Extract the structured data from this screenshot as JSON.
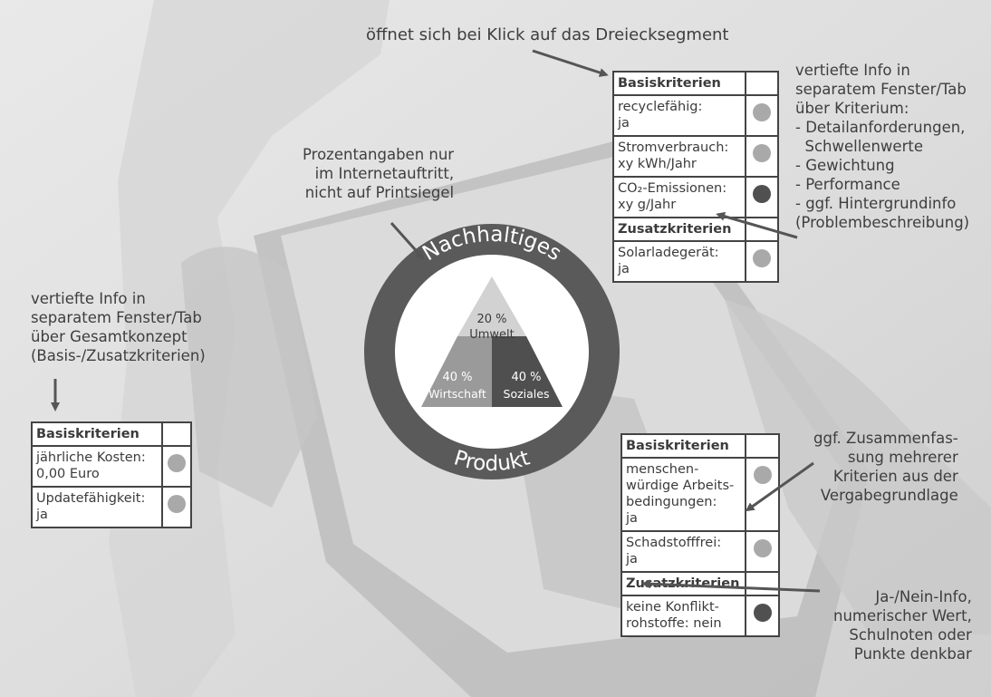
{
  "annotations": {
    "top": "öffnet sich bei Klick auf das Dreiecksegment",
    "percent_note": "Prozentangaben nur\nim Internetauftritt,\nnicht auf Printsiegel",
    "right_top": "vertiefte Info in\nseparatem Fenster/Tab\nüber Kriterium:\n- Detailanforderungen,\n  Schwellenwerte\n- Gewichtung\n- Performance\n- ggf. Hintergrundinfo\n(Problembeschreibung)",
    "left": "vertiefte Info in\nseparatem Fenster/Tab\nüber Gesamtkonzept\n(Basis-/Zusatzkriterien)",
    "right_mid": "ggf. Zusammenfas-\nsung mehrerer\nKriterien aus der\nVergabegrundlage",
    "right_bottom": "Ja-/Nein-Info,\nnumerischer Wert,\nSchulnoten oder\nPunkte denkbar"
  },
  "seal": {
    "top_text": "Nachhaltiges",
    "bottom_text": "Produkt",
    "segments": [
      {
        "percent": "20 %",
        "label": "Umwelt",
        "color": "#d2d2d2"
      },
      {
        "percent": "40 %",
        "label": "Wirtschaft",
        "color": "#9a9a9a"
      },
      {
        "percent": "40 %",
        "label": "Soziales",
        "color": "#4f4f4f"
      }
    ],
    "ring_color": "#5a5a5a"
  },
  "tables": {
    "top": {
      "basis_header": "Basiskriterien",
      "basis": [
        {
          "text": "recyclefähig:\nja",
          "status": "light"
        },
        {
          "text": "Stromverbrauch:\nxy kWh/Jahr",
          "status": "light"
        },
        {
          "text": "CO₂-Emissionen:\nxy g/Jahr",
          "status": "dark"
        }
      ],
      "zusatz_header": "Zusatzkriterien",
      "zusatz": [
        {
          "text": "Solarladegerät:\nja",
          "status": "light"
        }
      ]
    },
    "left": {
      "basis_header": "Basiskriterien",
      "basis": [
        {
          "text": "jährliche Kosten:\n0,00 Euro",
          "status": "light"
        },
        {
          "text": "Updatefähigkeit:\nja",
          "status": "light"
        }
      ]
    },
    "bottom": {
      "basis_header": "Basiskriterien",
      "basis": [
        {
          "text": "menschen-\nwürdige Arbeits-\nbedingungen:\nja",
          "status": "light"
        },
        {
          "text": "Schadstofffrei:\nja",
          "status": "light"
        }
      ],
      "zusatz_header": "Zusatzkriterien",
      "zusatz": [
        {
          "text": "keine Konflikt-\nrohstoffe: nein",
          "status": "dark"
        }
      ]
    }
  },
  "colors": {
    "status_light": "#a9a9a9",
    "status_dark": "#505050",
    "arrow": "#555555"
  }
}
